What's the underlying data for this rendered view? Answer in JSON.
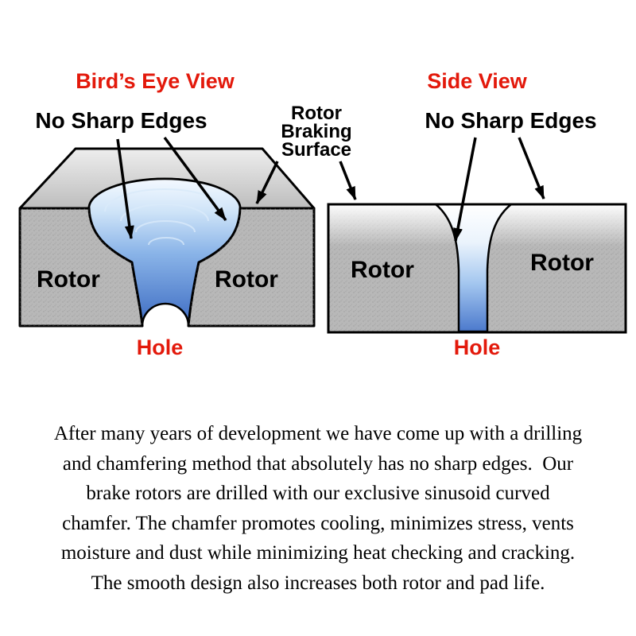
{
  "diagram": {
    "bird_title": "Bird’s Eye View",
    "side_title": "Side View",
    "no_sharp_edges_left": "No Sharp Edges",
    "no_sharp_edges_right": "No Sharp Edges",
    "rotor_braking_surface": "Rotor\nBraking\nSurface",
    "labels": {
      "rotor_bev_left": "Rotor",
      "rotor_bev_right": "Rotor",
      "rotor_side_left": "Rotor",
      "rotor_side_right": "Rotor",
      "hole_left": "Hole",
      "hole_right": "Hole"
    },
    "colors": {
      "accent_red": "#e3190b",
      "rotor_gray": "#b8b8b8",
      "chamfer_blue": "#4a78cc"
    }
  },
  "body_text": "After many years of development we have come up with a drilling\nand chamfering method that absolutely has no sharp edges.  Our\nbrake rotors are drilled with our exclusive sinusoid curved\nchamfer. The chamfer promotes cooling, minimizes stress, vents\nmoisture and dust while minimizing heat checking and cracking.\nThe smooth design also increases both rotor and pad life."
}
